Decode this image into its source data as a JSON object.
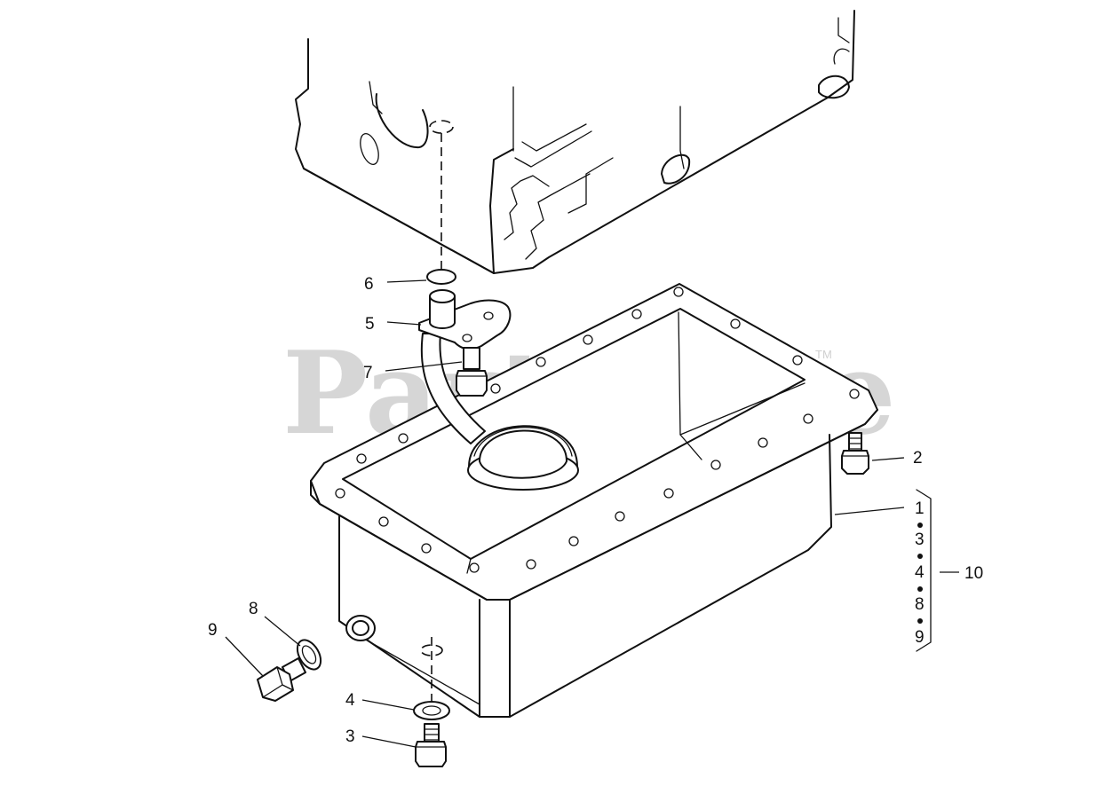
{
  "watermark": {
    "text": "PartsTree",
    "trademark": "TM"
  },
  "callouts": {
    "c1": "1",
    "c2": "2",
    "c3": "3",
    "c4": "4",
    "c5": "5",
    "c6": "6",
    "c7": "7",
    "c8": "8",
    "c9": "9",
    "c10": "10"
  },
  "kit_group": {
    "items": [
      "1",
      "3",
      "4",
      "8",
      "9"
    ],
    "label": "10"
  }
}
